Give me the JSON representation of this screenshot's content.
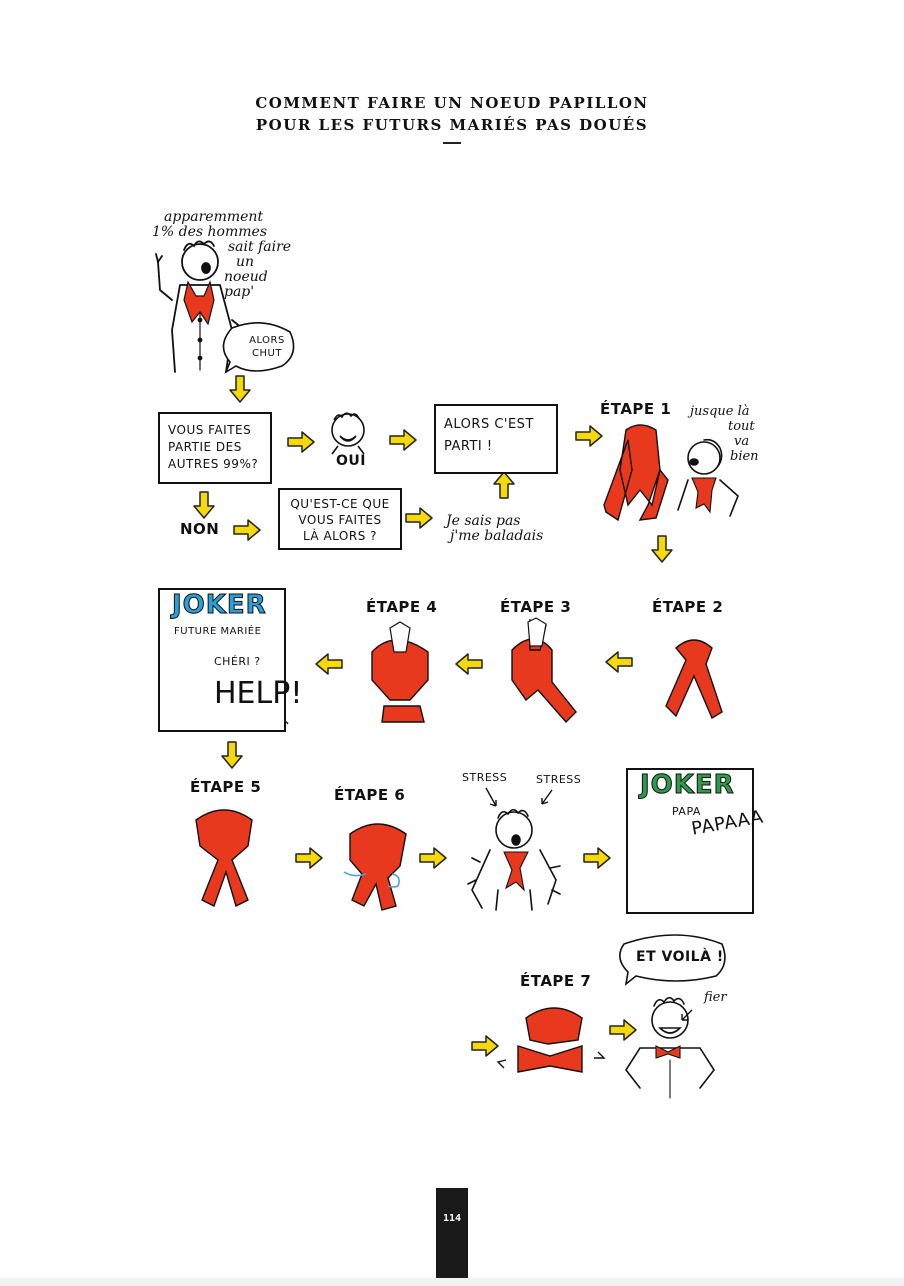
{
  "title": {
    "line1": "COMMENT FAIRE UN NOEUD PAPILLON",
    "line2": "POUR LES FUTURS MARIÉS PAS DOUÉS"
  },
  "intro": {
    "speech_l1": "apparemment",
    "speech_l2": "1% des hommes",
    "speech_l3": "sait faire",
    "speech_l4": "un",
    "speech_l5": "noeud pap'",
    "bubble": "ALORS CHUT"
  },
  "flow": {
    "question_l1": "VOUS FAITES",
    "question_l2": "PARTIE DES",
    "question_l3": "AUTRES 99%?",
    "oui": "OUI",
    "non": "NON",
    "what_l1": "QU'EST-CE QUE",
    "what_l2": "VOUS FAITES",
    "what_l3": "LÀ ALORS ?",
    "wander_l1": "Je sais pas",
    "wander_l2": "j'me baladais",
    "start_l1": "ALORS C'EST",
    "start_l2": "PARTI !"
  },
  "steps": {
    "s1": "ÉTAPE 1",
    "s2": "ÉTAPE 2",
    "s3": "ÉTAPE 3",
    "s4": "ÉTAPE 4",
    "s5": "ÉTAPE 5",
    "s6": "ÉTAPE 6",
    "s7": "ÉTAPE 7"
  },
  "comments": {
    "so_far_l1": "jusque là",
    "so_far_l2": "tout",
    "so_far_l3": "va",
    "so_far_l4": "bien",
    "stress1": "STRESS",
    "stress2": "STRESS",
    "voila": "ET VOILÀ !",
    "proud": "fier"
  },
  "joker1": {
    "title": "JOKER",
    "subtitle": "FUTURE MARIÉE",
    "cheri": "CHÉRI ?",
    "help": "HELP!"
  },
  "joker2": {
    "title": "JOKER",
    "subtitle": "PAPA",
    "shout": "PAPAAA"
  },
  "colors": {
    "tie_red": "#e8391e",
    "arrow_yellow": "#f5d90a",
    "joker_blue": "#2b9fd6",
    "joker_green": "#2e9a4a",
    "bowtie_blue": "#2c4fa8"
  },
  "page": {
    "number": "114"
  }
}
